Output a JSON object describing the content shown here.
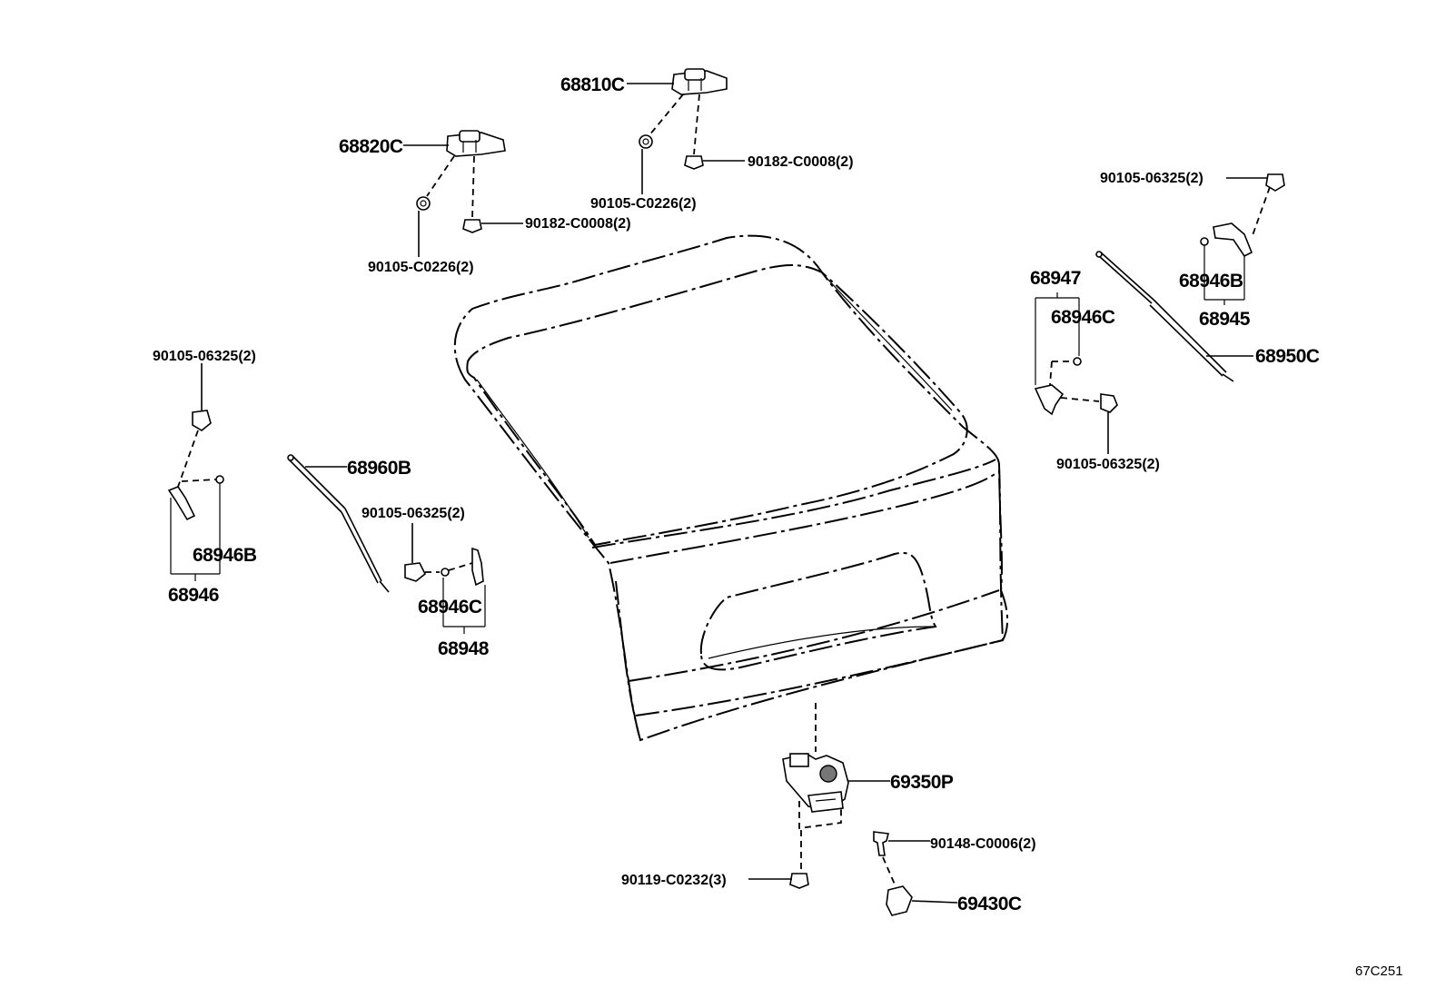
{
  "diagram": {
    "code": "67C251",
    "labels": {
      "p68810C": "68810C",
      "p68820C": "68820C",
      "p90182_top": "90182-C0008(2)",
      "p90105_c0226_top": "90105-C0226(2)",
      "p90182_left": "90182-C0008(2)",
      "p90105_c0226_left": "90105-C0226(2)",
      "p90105_06325_topright": "90105-06325(2)",
      "p68946B_right": "68946B",
      "p68945": "68945",
      "p68947": "68947",
      "p68946C_right": "68946C",
      "p68950C": "68950C",
      "p90105_06325_right": "90105-06325(2)",
      "p90105_06325_left": "90105-06325(2)",
      "p68960B": "68960B",
      "p90105_06325_center": "90105-06325(2)",
      "p68946B_left": "68946B",
      "p68946": "68946",
      "p68946C_center": "68946C",
      "p68948": "68948",
      "p69350P": "69350P",
      "p90148": "90148-C0006(2)",
      "p90119": "90119-C0232(3)",
      "p69430C": "69430C"
    }
  }
}
